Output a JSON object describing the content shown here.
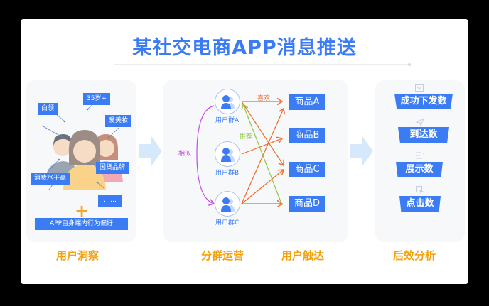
{
  "title": "某社交电商APP消息推送",
  "insight": {
    "tags": {
      "white_collar": "白领",
      "age": "35岁+",
      "beauty": "爱美妆",
      "consumption": "消费水平高",
      "domestic_brand": "国货品牌",
      "more": "……"
    },
    "plus_symbol": "+",
    "app_behavior": "APP自身端内行为偏好"
  },
  "grouping": {
    "groups": [
      {
        "label": "用户群A"
      },
      {
        "label": "用户群B"
      },
      {
        "label": "用户群C"
      }
    ],
    "similar_label": "相似",
    "like_label": "喜欢",
    "recommend_label": "推荐",
    "products": [
      {
        "label": "商品A"
      },
      {
        "label": "商品B"
      },
      {
        "label": "商品C"
      },
      {
        "label": "商品D"
      }
    ]
  },
  "analysis": {
    "metrics": [
      {
        "label": "成功下发数",
        "icon": "mail-check-icon"
      },
      {
        "label": "到达数",
        "icon": "send-icon"
      },
      {
        "label": "展示数",
        "icon": "list-icon"
      },
      {
        "label": "点击数",
        "icon": "click-icon"
      }
    ]
  },
  "stages": {
    "insight": "用户洞察",
    "grouping": "分群运营",
    "reach": "用户触达",
    "analysis": "后效分析"
  },
  "colors": {
    "primary": "#3b7cf5",
    "accent": "#f5a10a",
    "like_arrow": "#f06a2a",
    "recommend_arrow": "#8fc63f",
    "similar_arrow": "#c04ee0"
  }
}
